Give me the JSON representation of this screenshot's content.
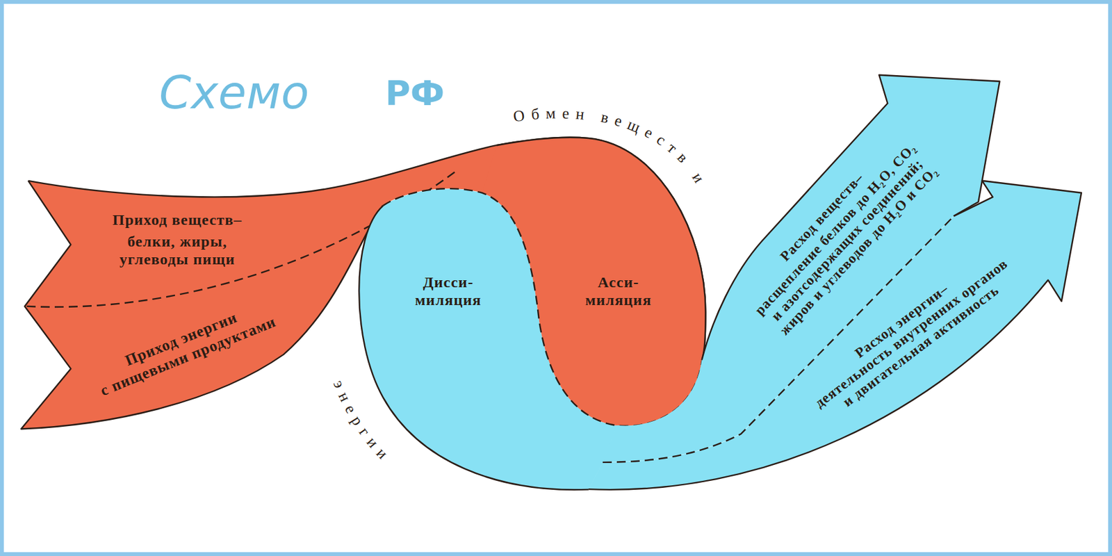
{
  "diagram": {
    "nodes": [
      {
        "text": [
          "Приход веществ–",
          "белки, жиры, углеводы пищи",
          "Приход энергии",
          "с пищевыми продуктами"
        ]
      },
      {
        "text": [
          "Дисси- миляция"
        ]
      },
      {
        "text": [
          "Асси- миляция"
        ]
      },
      {
        "text": [
          "Расход веществ–",
          "расщепление белков до H₂O, CO₂ и азотсодержащих соединений; жиров и углеводов до H₂O и CO₂"
        ]
      },
      {
        "text": [
          "Расход энергии–",
          "деятельность внутренних органов и двигательная активность"
        ]
      }
    ],
    "labels": [
      "Обмен веществ и",
      "энергии",
      "Схемо",
      "РФ"
    ]
  }
}
